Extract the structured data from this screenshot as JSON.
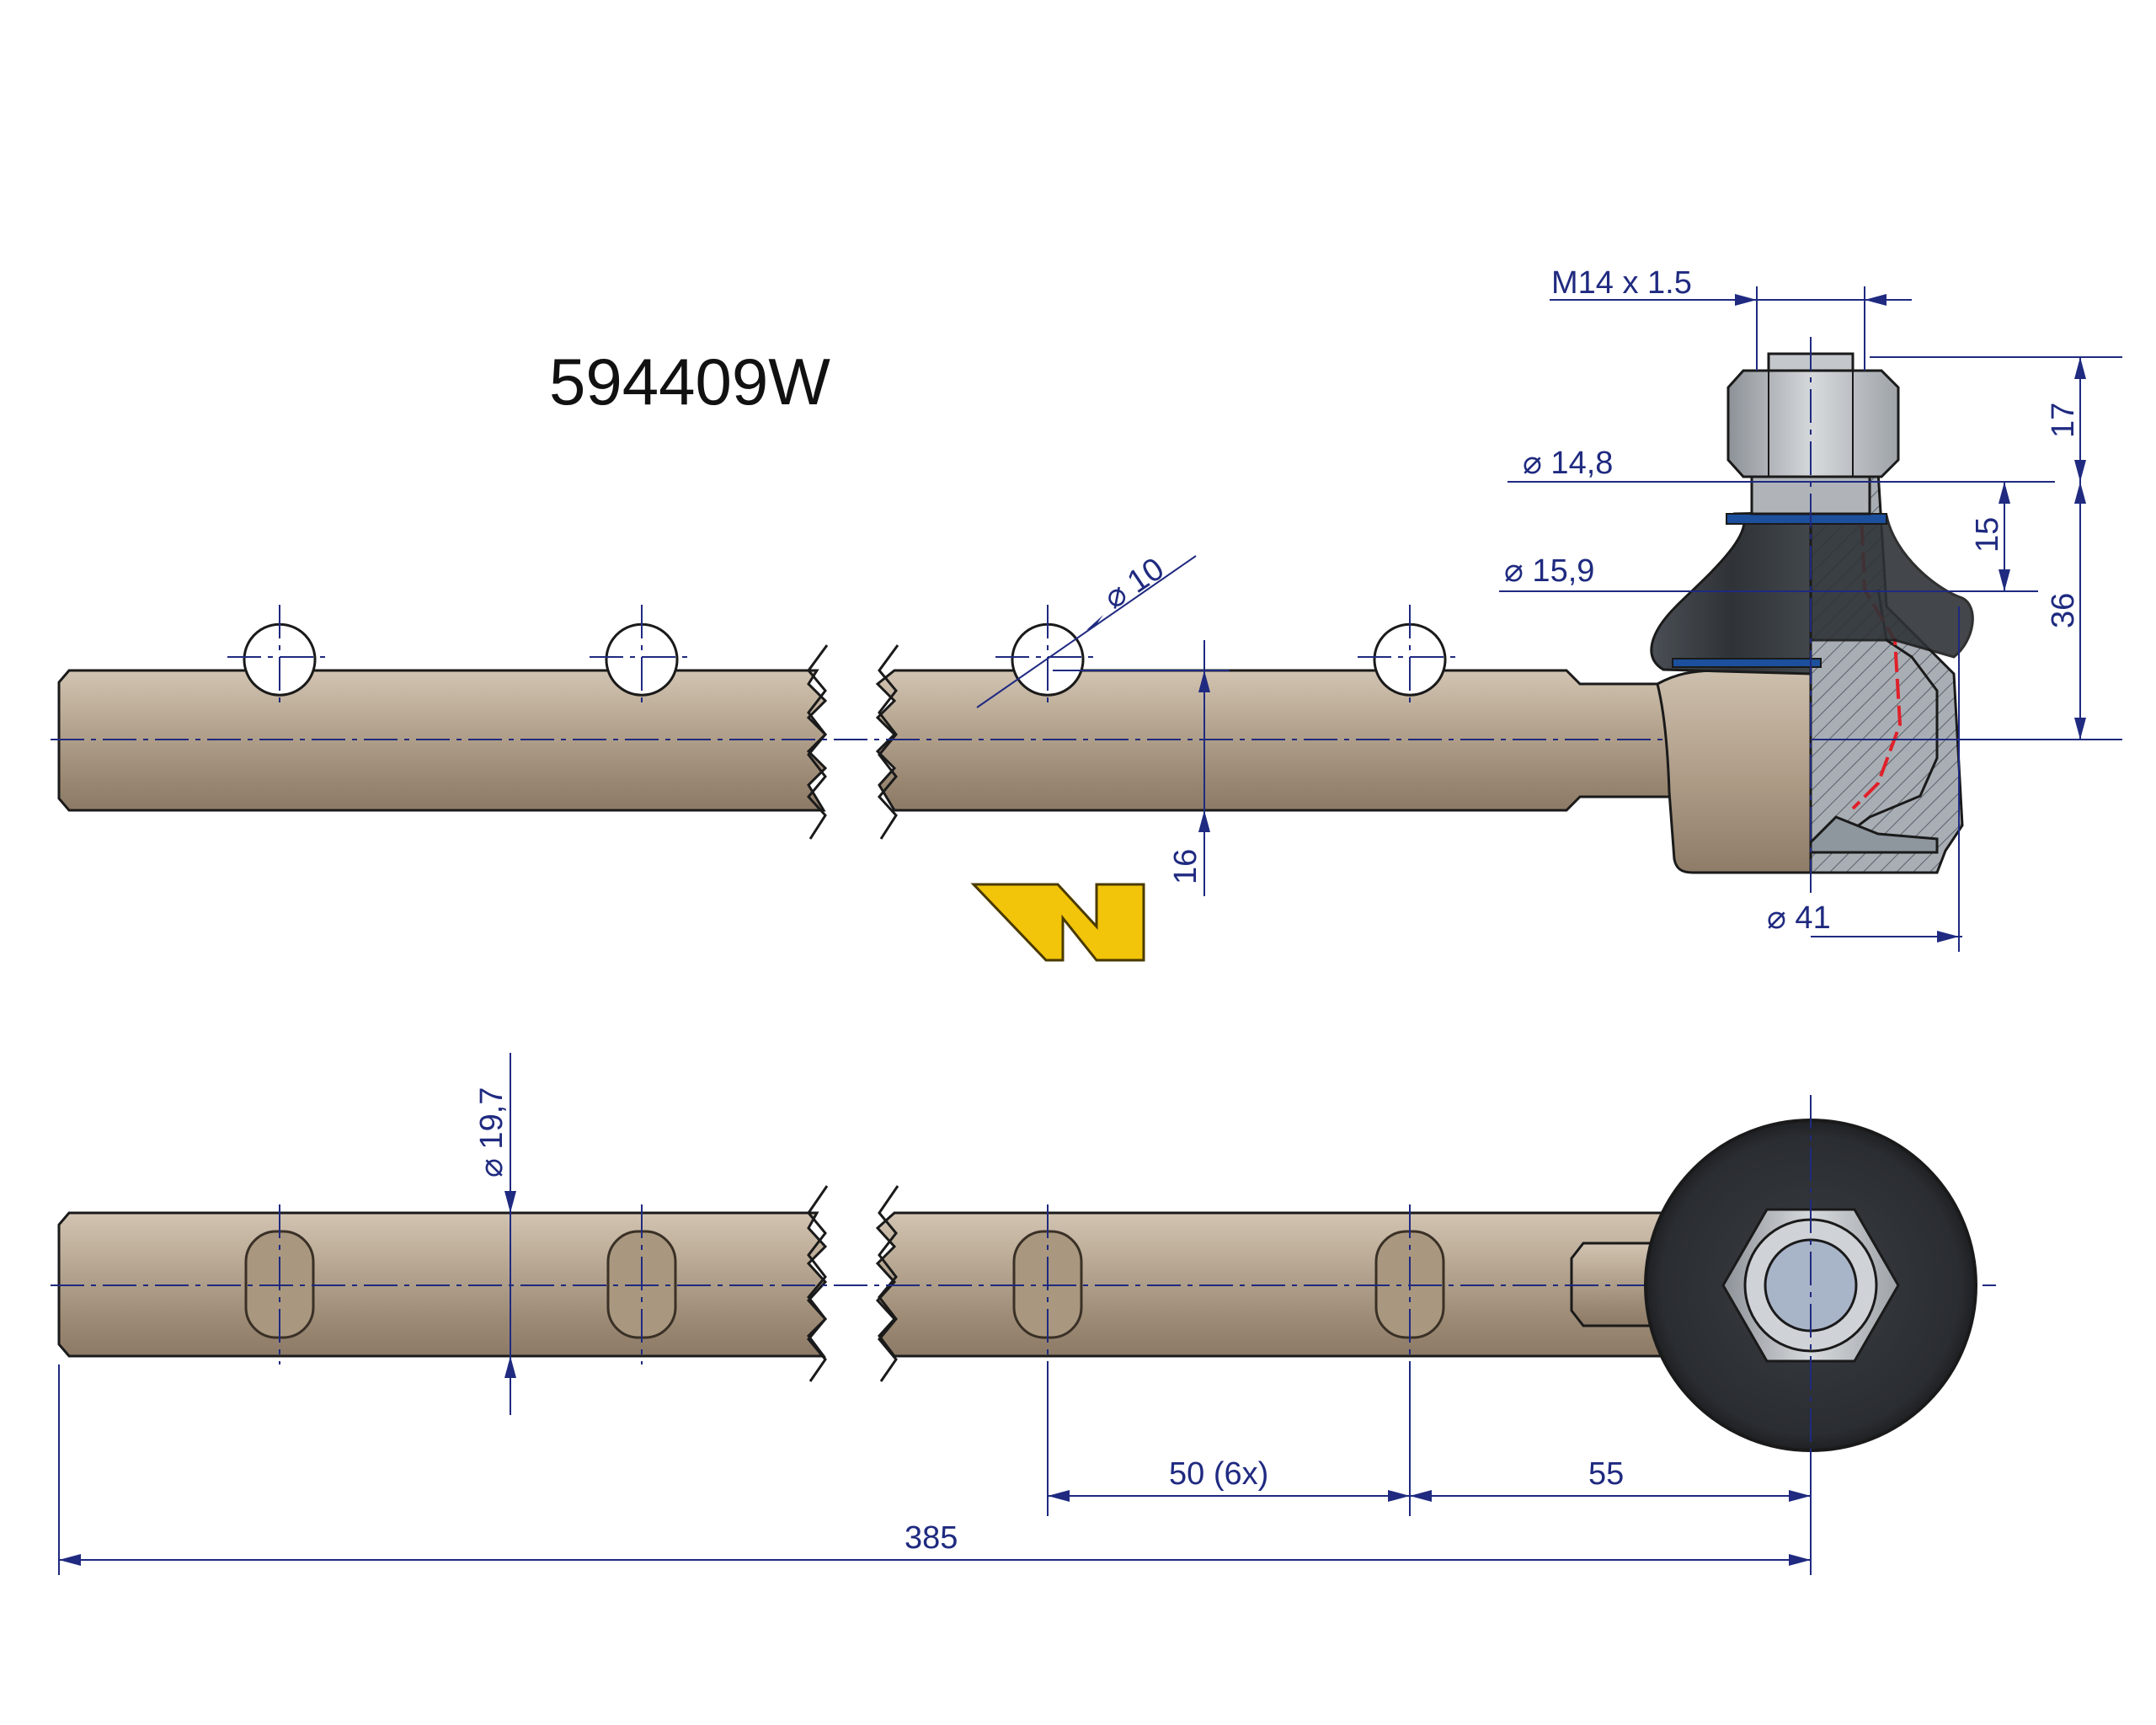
{
  "part_number": "594409W",
  "dimensions": {
    "thread": "M14 x 1.5",
    "d_14_8": "⌀ 14,8",
    "d_15_9": "⌀ 15,9",
    "d_10": "⌀ 10",
    "d_41": "⌀ 41",
    "d_19_7": "⌀ 19,7",
    "h_17": "17",
    "h_15": "15",
    "h_36": "36",
    "h_16": "16",
    "spacing": "50  (6x)",
    "end_offset": "55",
    "total_length": "385"
  },
  "colors": {
    "dimension": "#1f2a80",
    "rod": "#b4a491",
    "boot": "#3a3e42",
    "logo": "#f2c40a",
    "section_line": "#e0202a"
  },
  "logo": {
    "icon": "logo-w-icon"
  }
}
